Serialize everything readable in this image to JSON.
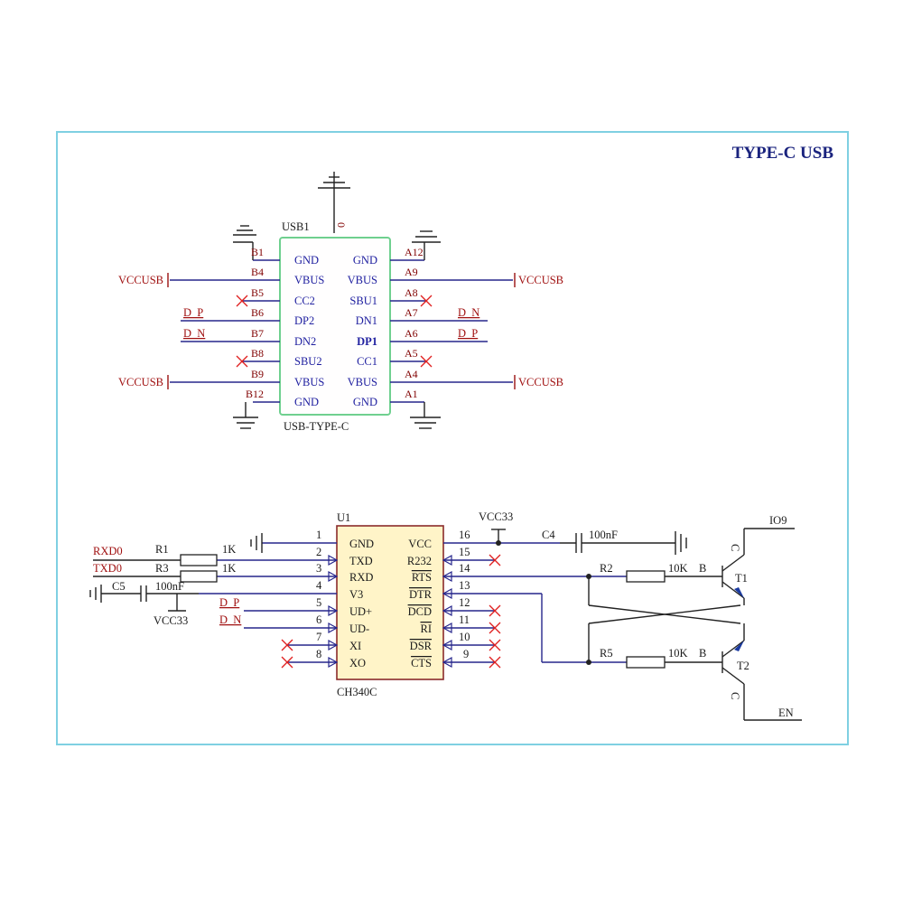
{
  "title": "TYPE-C USB",
  "usb": {
    "ref": "USB1",
    "part": "USB-TYPE-C",
    "zero_top": "0",
    "zero_inner": "0",
    "left_pins": [
      {
        "num": "B1",
        "name": "GND"
      },
      {
        "num": "B4",
        "name": "VBUS"
      },
      {
        "num": "B5",
        "name": "CC2"
      },
      {
        "num": "B6",
        "name": "DP2"
      },
      {
        "num": "B7",
        "name": "DN2"
      },
      {
        "num": "B8",
        "name": "SBU2"
      },
      {
        "num": "B9",
        "name": "VBUS"
      },
      {
        "num": "B12",
        "name": "GND"
      }
    ],
    "right_pins": [
      {
        "num": "A12",
        "name": "GND"
      },
      {
        "num": "A9",
        "name": "VBUS"
      },
      {
        "num": "A8",
        "name": "SBU1"
      },
      {
        "num": "A7",
        "name": "DN1"
      },
      {
        "num": "A6",
        "name": "DP1"
      },
      {
        "num": "A5",
        "name": "CC1"
      },
      {
        "num": "A4",
        "name": "VBUS"
      },
      {
        "num": "A1",
        "name": "GND"
      }
    ],
    "nets": {
      "vcc_l1": "VCCUSB",
      "vcc_r1": "VCCUSB",
      "vcc_l2": "VCCUSB",
      "vcc_r2": "VCCUSB",
      "dp_left": "D_P",
      "dn_left": "D_N",
      "dn_right": "D_N",
      "dp_right": "D_P"
    }
  },
  "ch340": {
    "ref": "U1",
    "part": "CH340C",
    "left_pins": [
      {
        "num": "1",
        "name": "GND"
      },
      {
        "num": "2",
        "name": "TXD"
      },
      {
        "num": "3",
        "name": "RXD"
      },
      {
        "num": "4",
        "name": "V3"
      },
      {
        "num": "5",
        "name": "UD+"
      },
      {
        "num": "6",
        "name": "UD-"
      },
      {
        "num": "7",
        "name": "XI"
      },
      {
        "num": "8",
        "name": "XO"
      }
    ],
    "right_pins": [
      {
        "num": "16",
        "name": "VCC"
      },
      {
        "num": "15",
        "name": "R232"
      },
      {
        "num": "14",
        "name": "RTS"
      },
      {
        "num": "13",
        "name": "DTR"
      },
      {
        "num": "12",
        "name": "DCD"
      },
      {
        "num": "11",
        "name": "RI"
      },
      {
        "num": "10",
        "name": "DSR"
      },
      {
        "num": "9",
        "name": "CTS"
      }
    ]
  },
  "parts": {
    "r1_ref": "R1",
    "r1_val": "1K",
    "r3_ref": "R3",
    "r3_val": "1K",
    "c5_ref": "C5",
    "c5_val": "100nF",
    "c4_ref": "C4",
    "c4_val": "100nF",
    "r2_ref": "R2",
    "r2_val": "10K",
    "r5_ref": "R5",
    "r5_val": "10K",
    "t1_ref": "T1",
    "t2_ref": "T2",
    "t1_b": "B",
    "t2_b": "B",
    "t1_c": "C",
    "t2_c": "C"
  },
  "nets2": {
    "rxd0": "RXD0",
    "txd0": "TXD0",
    "vcc33_c5": "VCC33",
    "vcc33_top": "VCC33",
    "dp": "D_P",
    "dn": "D_N",
    "io9": "IO9",
    "en": "EN"
  },
  "colors": {
    "border": "#7fd0e2",
    "usb_box": "#6fd08f",
    "ch340_box": "#fff4c8",
    "title": "#1a237e",
    "pin_text": "#2020a0",
    "net_text": "#a01010",
    "no_connect": "#e02020"
  }
}
